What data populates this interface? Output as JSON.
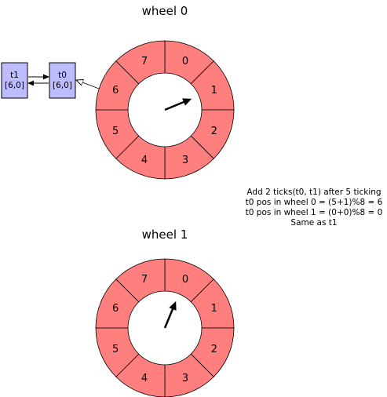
{
  "wheels": [
    {
      "title": "wheel 0",
      "slots": [
        "0",
        "1",
        "2",
        "3",
        "4",
        "5",
        "6",
        "7"
      ],
      "pointer_slot": 1
    },
    {
      "title": "wheel 1",
      "slots": [
        "0",
        "1",
        "2",
        "3",
        "4",
        "5",
        "6",
        "7"
      ],
      "pointer_slot": 0
    }
  ],
  "tasks": [
    {
      "name": "t1",
      "pos": "[6,0]"
    },
    {
      "name": "t0",
      "pos": "[6,0]"
    }
  ],
  "note": {
    "lines": [
      "Add 2 ticks(t0, t1) after 5 ticking",
      "t0 pos in wheel 0 = (5+1)%8 = 6",
      "t0 pos in wheel 1 = (0+0)%8 = 0",
      "Same as t1"
    ]
  },
  "colors": {
    "segment_fill": "#ff7f7f",
    "box_fill": "#bcbcff",
    "stroke": "#000000"
  }
}
